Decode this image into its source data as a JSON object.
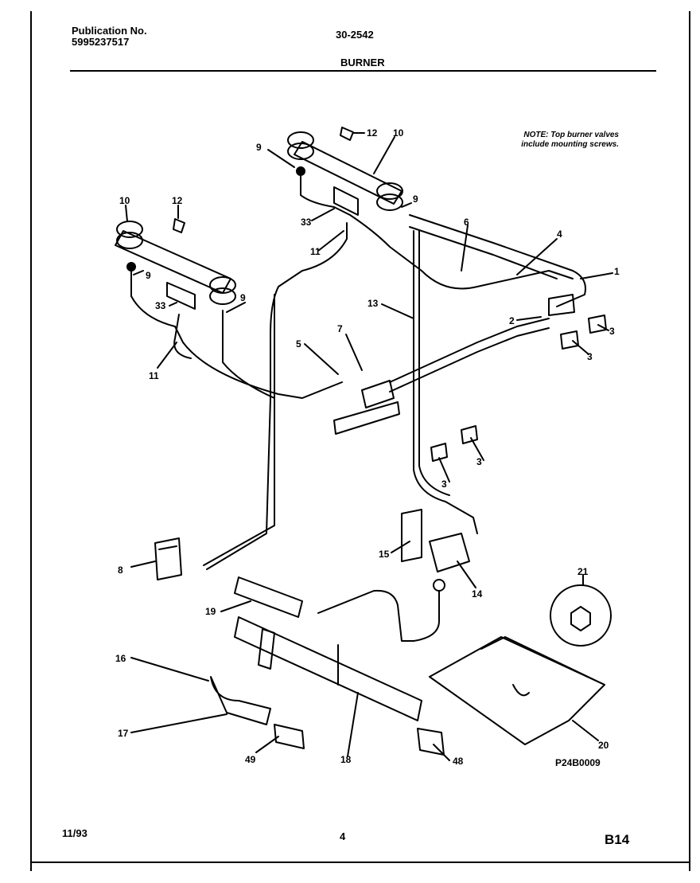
{
  "header": {
    "publication_label": "Publication No.",
    "publication_number": "5995237517",
    "model": "30-2542",
    "section": "BURNER"
  },
  "note": {
    "line1": "NOTE: Top burner valves",
    "line2": "include mounting screws."
  },
  "diagram_code": "P24B0009",
  "footer": {
    "date": "11/93",
    "page": "4",
    "code": "B14"
  },
  "callouts": {
    "c1": "1",
    "c2": "2",
    "c3a": "3",
    "c3b": "3",
    "c3c": "3",
    "c3d": "3",
    "c4": "4",
    "c5": "5",
    "c6": "6",
    "c7": "7",
    "c8": "8",
    "c9a": "9",
    "c9b": "9",
    "c9c": "9",
    "c9d": "9",
    "c10a": "10",
    "c10b": "10",
    "c11a": "11",
    "c11b": "11",
    "c12a": "12",
    "c12b": "12",
    "c13": "13",
    "c14": "14",
    "c15": "15",
    "c16": "16",
    "c17": "17",
    "c18": "18",
    "c19": "19",
    "c20": "20",
    "c21": "21",
    "c33a": "33",
    "c33b": "33",
    "c48": "48",
    "c49": "49"
  }
}
